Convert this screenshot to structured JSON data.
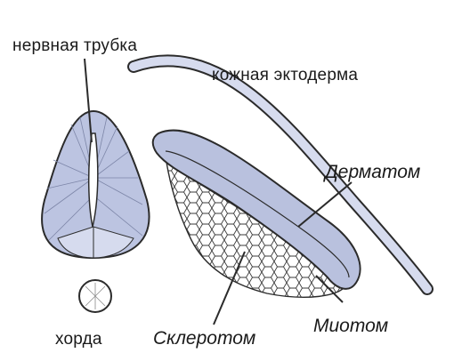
{
  "labels": {
    "neural_tube": "нервная трубка",
    "skin_ectoderm": "кожная эктодерма",
    "dermatome": "Дерматом",
    "notochord": "хорда",
    "sclerotome": "Склеротом",
    "myotome": "Миотом"
  },
  "colors": {
    "outline": "#2b2b2b",
    "fill_blue": "#b9c1de",
    "fill_blue_light": "#d6dbee",
    "background": "#ffffff"
  }
}
